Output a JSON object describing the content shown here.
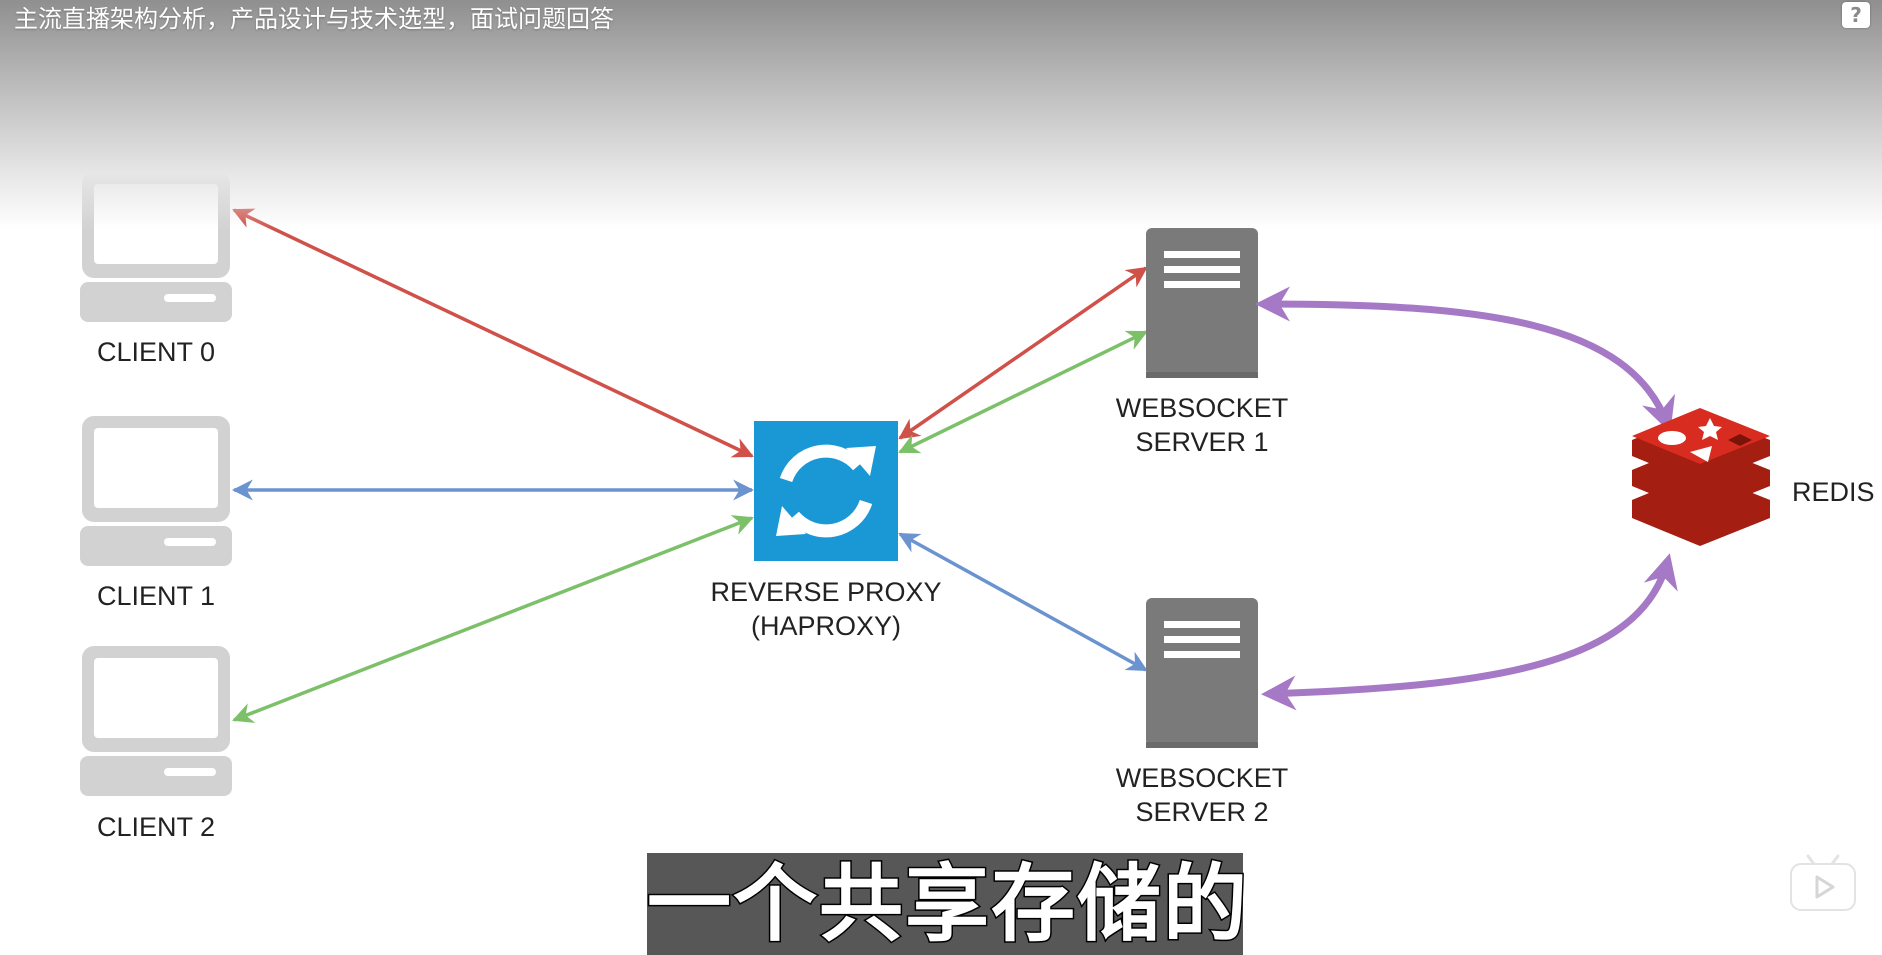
{
  "video": {
    "title": "主流直播架构分析，产品设计与技术选型，面试问题回答",
    "subtitle": "一个共享存储的"
  },
  "diagram": {
    "clients": [
      {
        "label": "CLIENT 0"
      },
      {
        "label": "CLIENT 1"
      },
      {
        "label": "CLIENT 2"
      }
    ],
    "proxy": {
      "label": "REVERSE PROXY\n(HAPROXY)",
      "icon": "refresh-icon",
      "color": "#1a98d5"
    },
    "servers": [
      {
        "label": "WEBSOCKET\nSERVER 1"
      },
      {
        "label": "WEBSOCKET\nSERVER 2"
      }
    ],
    "store": {
      "label": "REDIS",
      "icon": "redis-logo",
      "color": "#d82c20"
    },
    "connections": [
      {
        "from": "client-0",
        "to": "proxy",
        "color": "#d0504a"
      },
      {
        "from": "client-1",
        "to": "proxy",
        "color": "#6a93d0"
      },
      {
        "from": "client-2",
        "to": "proxy",
        "color": "#7cc06a"
      },
      {
        "from": "proxy",
        "to": "server-1",
        "color": "#d0504a"
      },
      {
        "from": "proxy",
        "to": "server-1",
        "color": "#7cc06a"
      },
      {
        "from": "proxy",
        "to": "server-2",
        "color": "#6a93d0"
      },
      {
        "from": "server-1",
        "to": "redis",
        "color": "#a679c6"
      },
      {
        "from": "server-2",
        "to": "redis",
        "color": "#a679c6"
      }
    ]
  },
  "icons": {
    "help": "?",
    "play_badge": "bilibili-play-icon"
  }
}
